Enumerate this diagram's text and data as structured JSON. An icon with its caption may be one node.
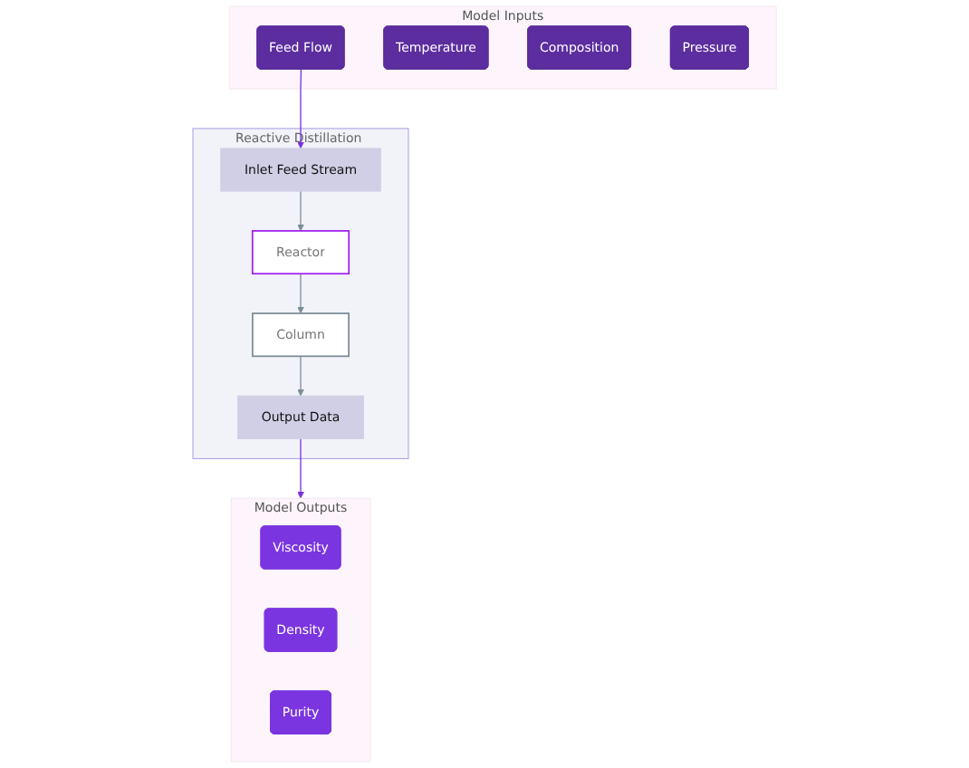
{
  "diagram": {
    "nodes": [
      {
        "text": [
          "Model Inputs"
        ]
      },
      {
        "text": [
          "Feed Flow"
        ],
        "in": 0
      },
      {
        "text": [
          "Temperature"
        ],
        "in": 0
      },
      {
        "text": [
          "Composition"
        ],
        "in": 0
      },
      {
        "text": [
          "Pressure"
        ],
        "in": 0
      },
      {
        "text": [
          "Reactive Distillation Model"
        ]
      },
      {
        "text": [
          "Inlet Feed Stream"
        ],
        "in": 5
      },
      {
        "text": [
          "Reactor"
        ],
        "in": 5
      },
      {
        "text": [
          "Column"
        ],
        "in": 5
      },
      {
        "text": [
          "Output Data"
        ],
        "in": 5
      },
      {
        "text": [
          "Model Outputs"
        ]
      },
      {
        "text": [
          "Viscosity"
        ],
        "in": 10
      },
      {
        "text": [
          "Density"
        ],
        "in": 10
      },
      {
        "text": [
          "Purity"
        ],
        "in": 10
      }
    ],
    "edges": [
      {
        "from": 1,
        "to": 6,
        "arrow": "to",
        "color": "#7b2fe0"
      },
      {
        "from": 6,
        "to": 7,
        "arrow": "to"
      },
      {
        "from": 7,
        "to": 8,
        "arrow": "to"
      },
      {
        "from": 8,
        "to": 9,
        "arrow": "to"
      },
      {
        "from": 9,
        "to": 10,
        "arrow": "to",
        "color": "#7b2fe0"
      }
    ]
  }
}
